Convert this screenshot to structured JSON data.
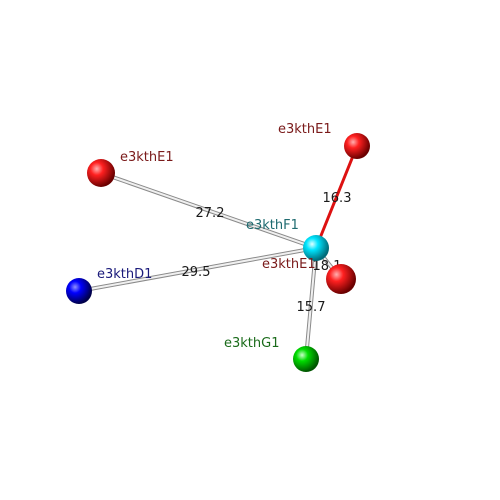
{
  "atoms": [
    {
      "id": "E1a",
      "label": "e3kthE1",
      "color": "#ff0000",
      "label_color": "#7a1a1a"
    },
    {
      "id": "E1b",
      "label": "e3kthE1",
      "color": "#ff0000",
      "label_color": "#7a1a1a"
    },
    {
      "id": "F1",
      "label": "e3kthF1",
      "color": "#00e5ff",
      "label_color": "#1f6b70"
    },
    {
      "id": "E1c",
      "label": "e3kthE1",
      "color": "#ff0000",
      "label_color": "#7a1a1a"
    },
    {
      "id": "D1",
      "label": "e3kthD1",
      "color": "#0000ff",
      "label_color": "#1a1a7a"
    },
    {
      "id": "G1",
      "label": "e3kthG1",
      "color": "#00dd00",
      "label_color": "#1a6b1a"
    }
  ],
  "bonds": [
    {
      "from": "E1b",
      "to": "F1",
      "distance": "16.3",
      "color": "#dd1111"
    },
    {
      "from": "E1a",
      "to": "F1",
      "distance": "27.2",
      "color": "#c8c8c8"
    },
    {
      "from": "D1",
      "to": "F1",
      "distance": "29.5",
      "color": "#c8c8c8"
    },
    {
      "from": "F1",
      "to": "G1",
      "distance": "15.7",
      "color": "#c8c8c8"
    },
    {
      "from": "F1",
      "to": "E1c",
      "distance": "18.1",
      "color": "#c8c8c8"
    }
  ]
}
